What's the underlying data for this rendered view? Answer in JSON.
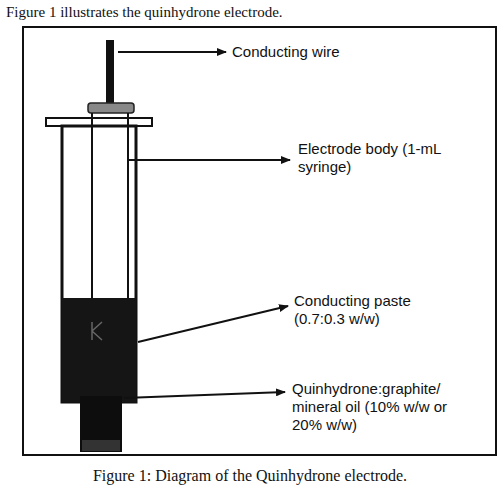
{
  "diagram": {
    "title": "Figure 1 illustrates the quinhydrone electrode.",
    "caption": "Figure 1: Diagram of the Quinhydrone electrode.",
    "labels": [
      "Conducting wire",
      "Electrode body (1-mL syringe)",
      "Conducting paste (0.7:0.3 w/w)",
      "Quinhydrone:graphite/ mineral oil (10% w/w or 20% w/w)"
    ]
  }
}
